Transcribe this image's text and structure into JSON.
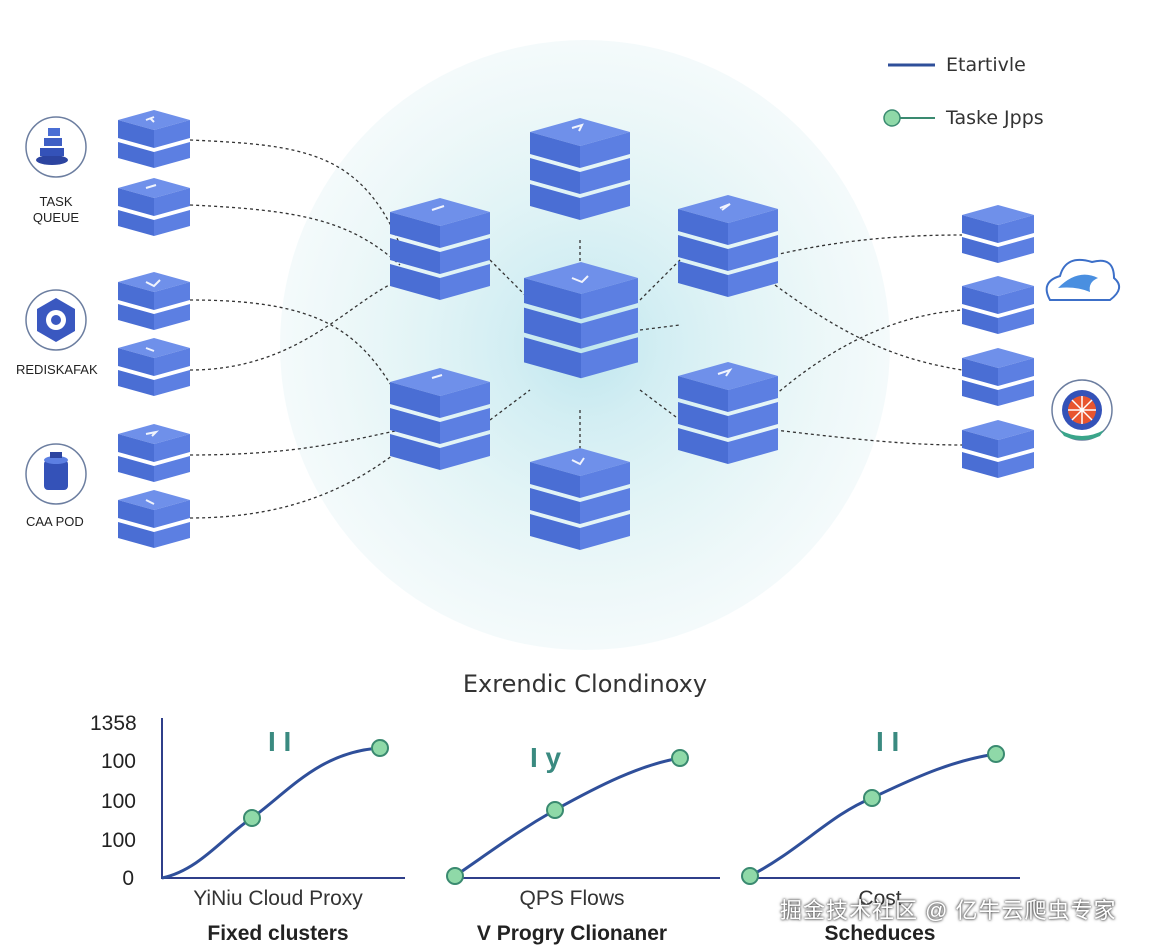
{
  "legend": {
    "items": [
      {
        "label": "Etartivle",
        "marker": "line"
      },
      {
        "label": "Taske Jpps",
        "marker": "dot-line"
      }
    ]
  },
  "left_sources": [
    {
      "label": "TASK\nQUEUE",
      "icon": "stack-coins-icon"
    },
    {
      "label": "REDISKAFAK",
      "icon": "hexagon-gear-icon"
    },
    {
      "label": "CAA POD",
      "icon": "database-cylinder-icon"
    }
  ],
  "right_targets": [
    {
      "icon": "cloud-bird-icon"
    },
    {
      "icon": "wheel-badge-icon"
    }
  ],
  "colors": {
    "server": "#5b7fe0",
    "server_dark": "#3f5fc4",
    "line_blue": "#3b5ca8",
    "dot_green": "#8fd9a8",
    "glow": "#cdeef2"
  },
  "chart_section_title": "Exrendic Clondinoxy",
  "chart_data": [
    {
      "type": "line",
      "title": "",
      "yticks": [
        "1358",
        "100",
        "100",
        "100",
        "0"
      ],
      "marker_label": "I I",
      "caption": "YiNiu Cloud Proxy",
      "subcaption": "Fixed clusters"
    },
    {
      "type": "line",
      "title": "",
      "marker_label": "I y",
      "caption": "QPS Flows",
      "subcaption": "V Progry Clionaner"
    },
    {
      "type": "line",
      "title": "",
      "marker_label": "I I",
      "caption": "Cost",
      "subcaption": "Scheduces"
    }
  ],
  "watermark": "掘金技术社区 @ 亿牛云爬虫专家"
}
